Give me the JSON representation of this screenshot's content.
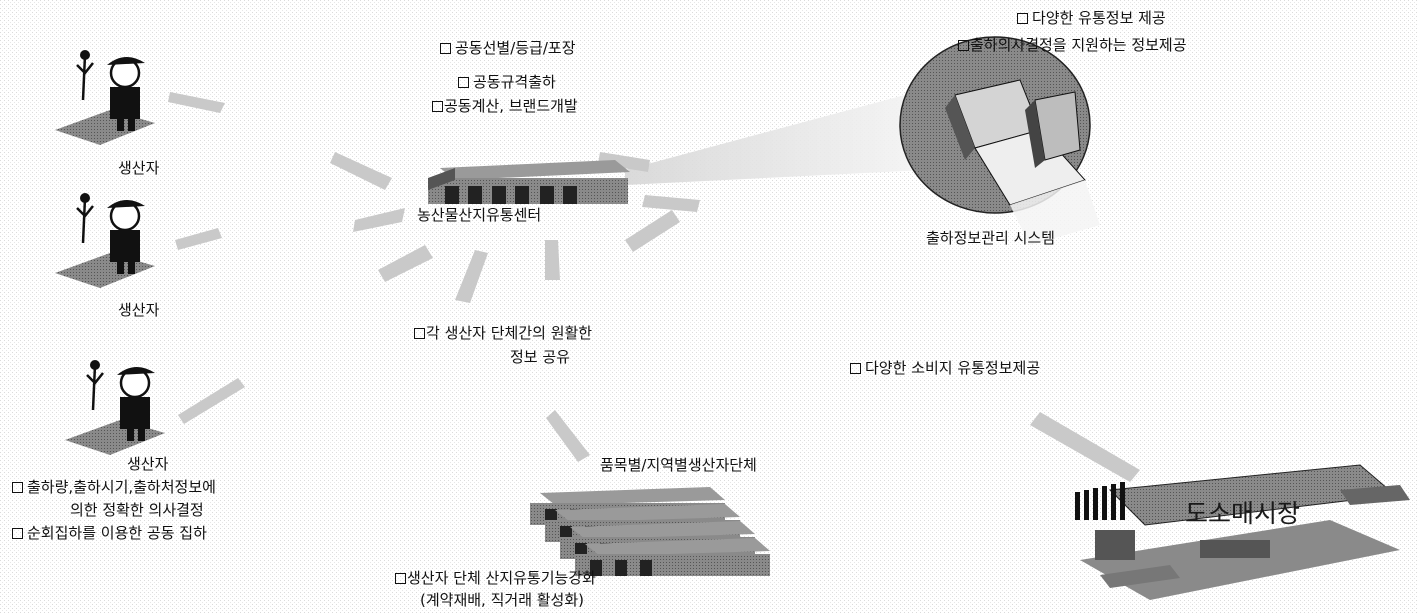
{
  "producers": [
    {
      "label": "생산자"
    },
    {
      "label": "생산자"
    },
    {
      "label": "생산자",
      "notes": [
        "출하량,출하시기,출하처정보에",
        "의한 정확한 의사결정",
        "순회집하를 이용한 공동 집하"
      ]
    }
  ],
  "center": {
    "label": "농산물산지유통센터",
    "functions": [
      "공동선별/등급/포장",
      "공동규격출하",
      "공동계산, 브랜드개발"
    ]
  },
  "system": {
    "label": "출하정보관리 시스템",
    "functions": [
      "다양한 유통정보 제공",
      "출하의사결정을 지원하는 정보제공"
    ]
  },
  "info_sharing": {
    "lines": [
      "각 생산자 단체간의 원활한",
      "정보 공유"
    ]
  },
  "groups": {
    "label": "품목별/지역별생산자단체",
    "notes": [
      "생산자 단체 산지유통기능강화",
      "(계약재배, 직거래 활성화)"
    ]
  },
  "consumer_info": {
    "label": "다양한 소비지 유통정보제공"
  },
  "market": {
    "label": "도소매시장"
  }
}
